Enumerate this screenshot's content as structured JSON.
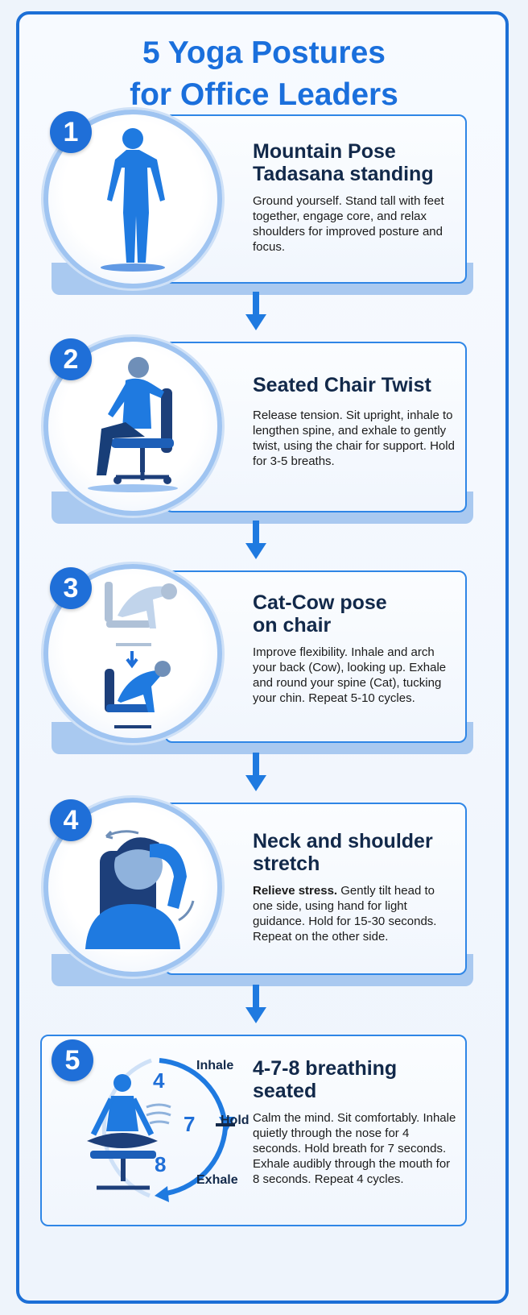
{
  "title": {
    "line1": "5 Yoga Postures",
    "line2": "for Office Leaders"
  },
  "colors": {
    "accent": "#1f6fd8",
    "border": "#2f86e6",
    "heading": "#12294a",
    "figure": "#1f7ae0"
  },
  "steps": [
    {
      "number": "1",
      "heading_line1": "Mountain Pose",
      "heading_line2": "Tadasana standing",
      "description": "Ground yourself. Stand tall with feet together, engage core, and relax shoulders for improved posture and focus.",
      "icon": "standing-figure-icon"
    },
    {
      "number": "2",
      "heading_line1": "Seated Chair Twist",
      "heading_line2": "",
      "description": "Release tension. Sit upright, inhale to lengthen spine, and exhale to gently twist, using the chair for support. Hold for 3-5 breaths.",
      "icon": "chair-twist-icon"
    },
    {
      "number": "3",
      "heading_line1": "Cat-Cow pose",
      "heading_line2": "on chair",
      "description": "Improve flexibility. Inhale and arch your back (Cow), looking up. Exhale and round your spine (Cat), tucking your chin. Repeat 5-10 cycles.",
      "icon": "cat-cow-icon"
    },
    {
      "number": "4",
      "heading_line1": "Neck and shoulder",
      "heading_line2": "stretch",
      "description_bold": "Relieve stress.",
      "description": " Gently tilt head to one side, using hand for light guidance. Hold for 15-30 seconds. Repeat on the other side.",
      "icon": "neck-stretch-icon"
    },
    {
      "number": "5",
      "heading_line1": "4-7-8 breathing",
      "heading_line2": "seated",
      "description": "Calm the mind. Sit comfortably. Inhale quietly through the nose for 4 seconds. Hold breath for 7 seconds. Exhale audibly through the mouth for 8 seconds. Repeat 4 cycles.",
      "icon": "breathing-icon",
      "breath_labels": {
        "inhale": "Inhale",
        "hold": "Hold",
        "exhale": "Exhale",
        "n4": "4",
        "n7": "7",
        "n8": "8"
      }
    }
  ]
}
